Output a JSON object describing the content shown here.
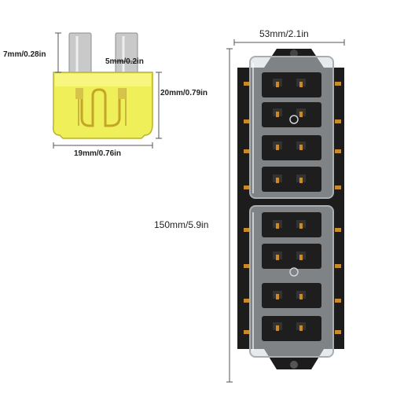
{
  "fuse": {
    "pin_height": "7mm/0.28in",
    "pin_width": "5mm/0.2in",
    "body_height": "20mm/0.79in",
    "body_width": "19mm/0.76in",
    "color": "#f0f05a"
  },
  "fuse_box": {
    "width": "53mm/2.1in",
    "height": "150mm/5.9in",
    "base_color": "#1c1c1c",
    "cover_color": "#d9dde0",
    "terminal_color": "#c88a2a",
    "slot_count": 8
  }
}
